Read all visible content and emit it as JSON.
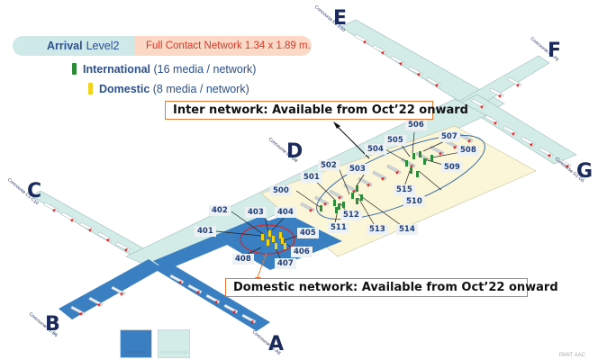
{
  "header": {
    "icon": "airplane-arrival-icon",
    "arrival_bold": "Arrival",
    "arrival_level": "Level2",
    "network_size": "Full Contact Network 1.34 x 1.89 m."
  },
  "legend": {
    "international": {
      "label": "International",
      "detail": "(16 media / network)",
      "color": "#2e8b3a"
    },
    "domestic": {
      "label": "Domestic",
      "detail": "(8 media / network)",
      "color": "#f2d21c"
    }
  },
  "callouts": {
    "inter": "Inter network: Available from Oct’22 onward",
    "domestic": "Domestic network: Available from Oct’22 onward"
  },
  "concourses": [
    {
      "letter": "A",
      "range": "Concourse A1-A6"
    },
    {
      "letter": "B",
      "range": "Concourse B1-B6"
    },
    {
      "letter": "C",
      "range": "Concourse C1-C10"
    },
    {
      "letter": "D",
      "range": "Concourse D1-D8"
    },
    {
      "letter": "E",
      "range": "Concourse E1-E10"
    },
    {
      "letter": "F",
      "range": "Concourse F1-F6"
    },
    {
      "letter": "G",
      "range": "Concourse G1-G5"
    }
  ],
  "gates_international": [
    "500",
    "501",
    "502",
    "503",
    "504",
    "505",
    "506",
    "507",
    "508",
    "509",
    "510",
    "511",
    "512",
    "513",
    "514",
    "515"
  ],
  "gates_domestic": [
    "401",
    "402",
    "403",
    "404",
    "405",
    "406",
    "407",
    "408"
  ],
  "area_legend": {
    "domestic": "Domestic",
    "international": "International",
    "domestic_color": "#3a7fc2",
    "international_color": "#d3ece8"
  },
  "watermark": "PANT AAC"
}
